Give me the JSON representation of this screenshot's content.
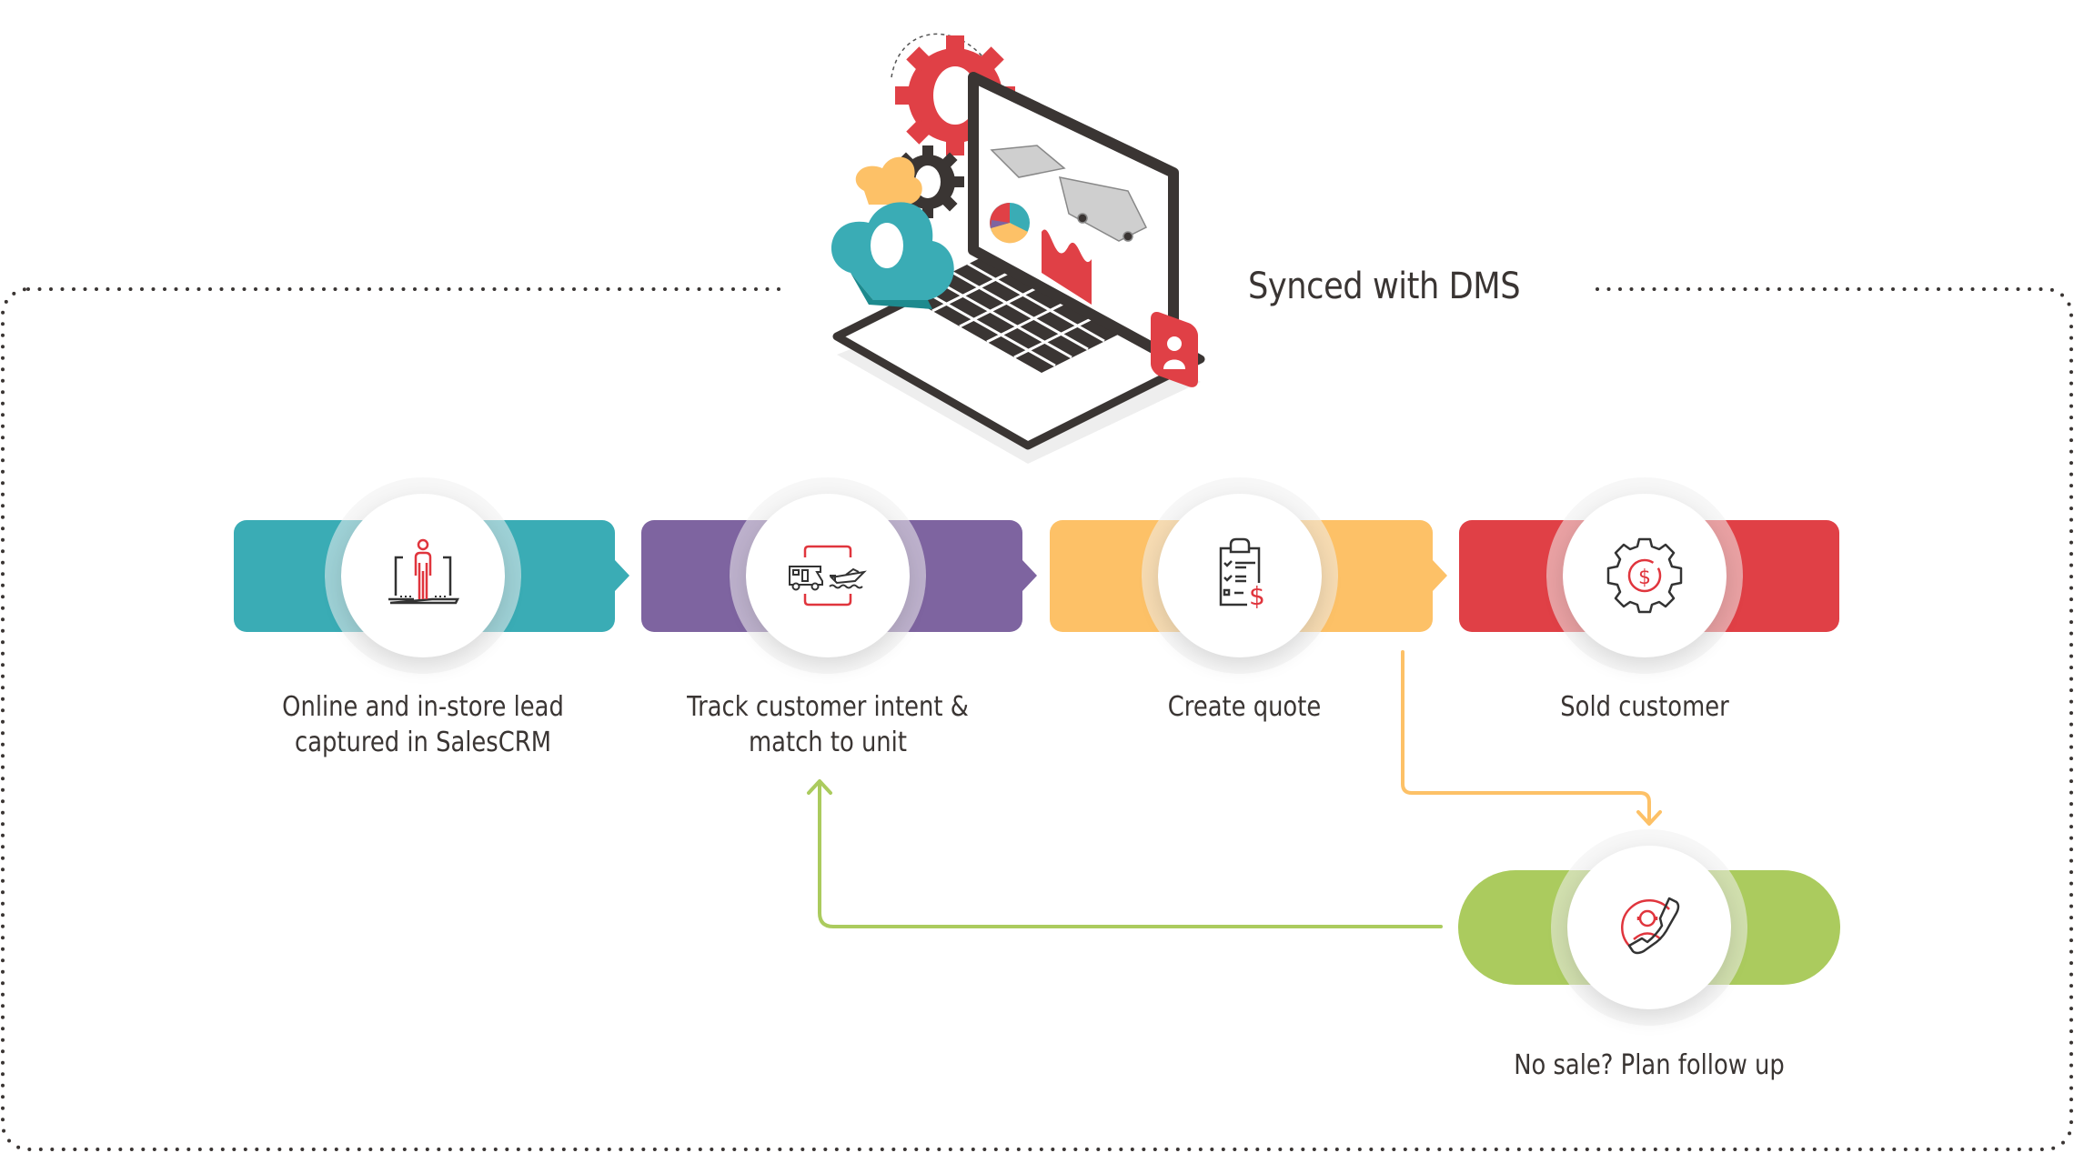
{
  "header": {
    "title": "Synced with DMS",
    "illustration": "laptop-with-gears-cloud-rv-boat-charts"
  },
  "colors": {
    "teal": "#3aacb5",
    "purple": "#7e64a0",
    "yellow": "#fdc167",
    "red": "#e04046",
    "green": "#abcb5e",
    "icon_red": "#e0353d",
    "icon_dark": "#333333",
    "text": "#3a3533",
    "border_dots": "#3a3533"
  },
  "steps": [
    {
      "id": "lead",
      "label_lines": [
        "Online and in-store lead",
        "captured in SalesCRM"
      ],
      "icon": "person-in-laptop-icon",
      "color": "teal"
    },
    {
      "id": "track",
      "label_lines": [
        "Track customer intent &",
        "match to unit"
      ],
      "icon": "rv-and-boat-icon",
      "color": "purple"
    },
    {
      "id": "quote",
      "label_lines": [
        "Create quote"
      ],
      "icon": "checklist-dollar-icon",
      "color": "yellow"
    },
    {
      "id": "sold",
      "label_lines": [
        "Sold customer"
      ],
      "icon": "gear-dollar-icon",
      "color": "red"
    }
  ],
  "followup": {
    "label": "No sale? Plan follow up",
    "icon": "agent-phone-icon",
    "color": "green"
  },
  "connectors": [
    {
      "from": "quote",
      "to": "followup",
      "color": "yellow",
      "direction": "down"
    },
    {
      "from": "followup",
      "to": "track",
      "color": "green",
      "direction": "up"
    }
  ]
}
